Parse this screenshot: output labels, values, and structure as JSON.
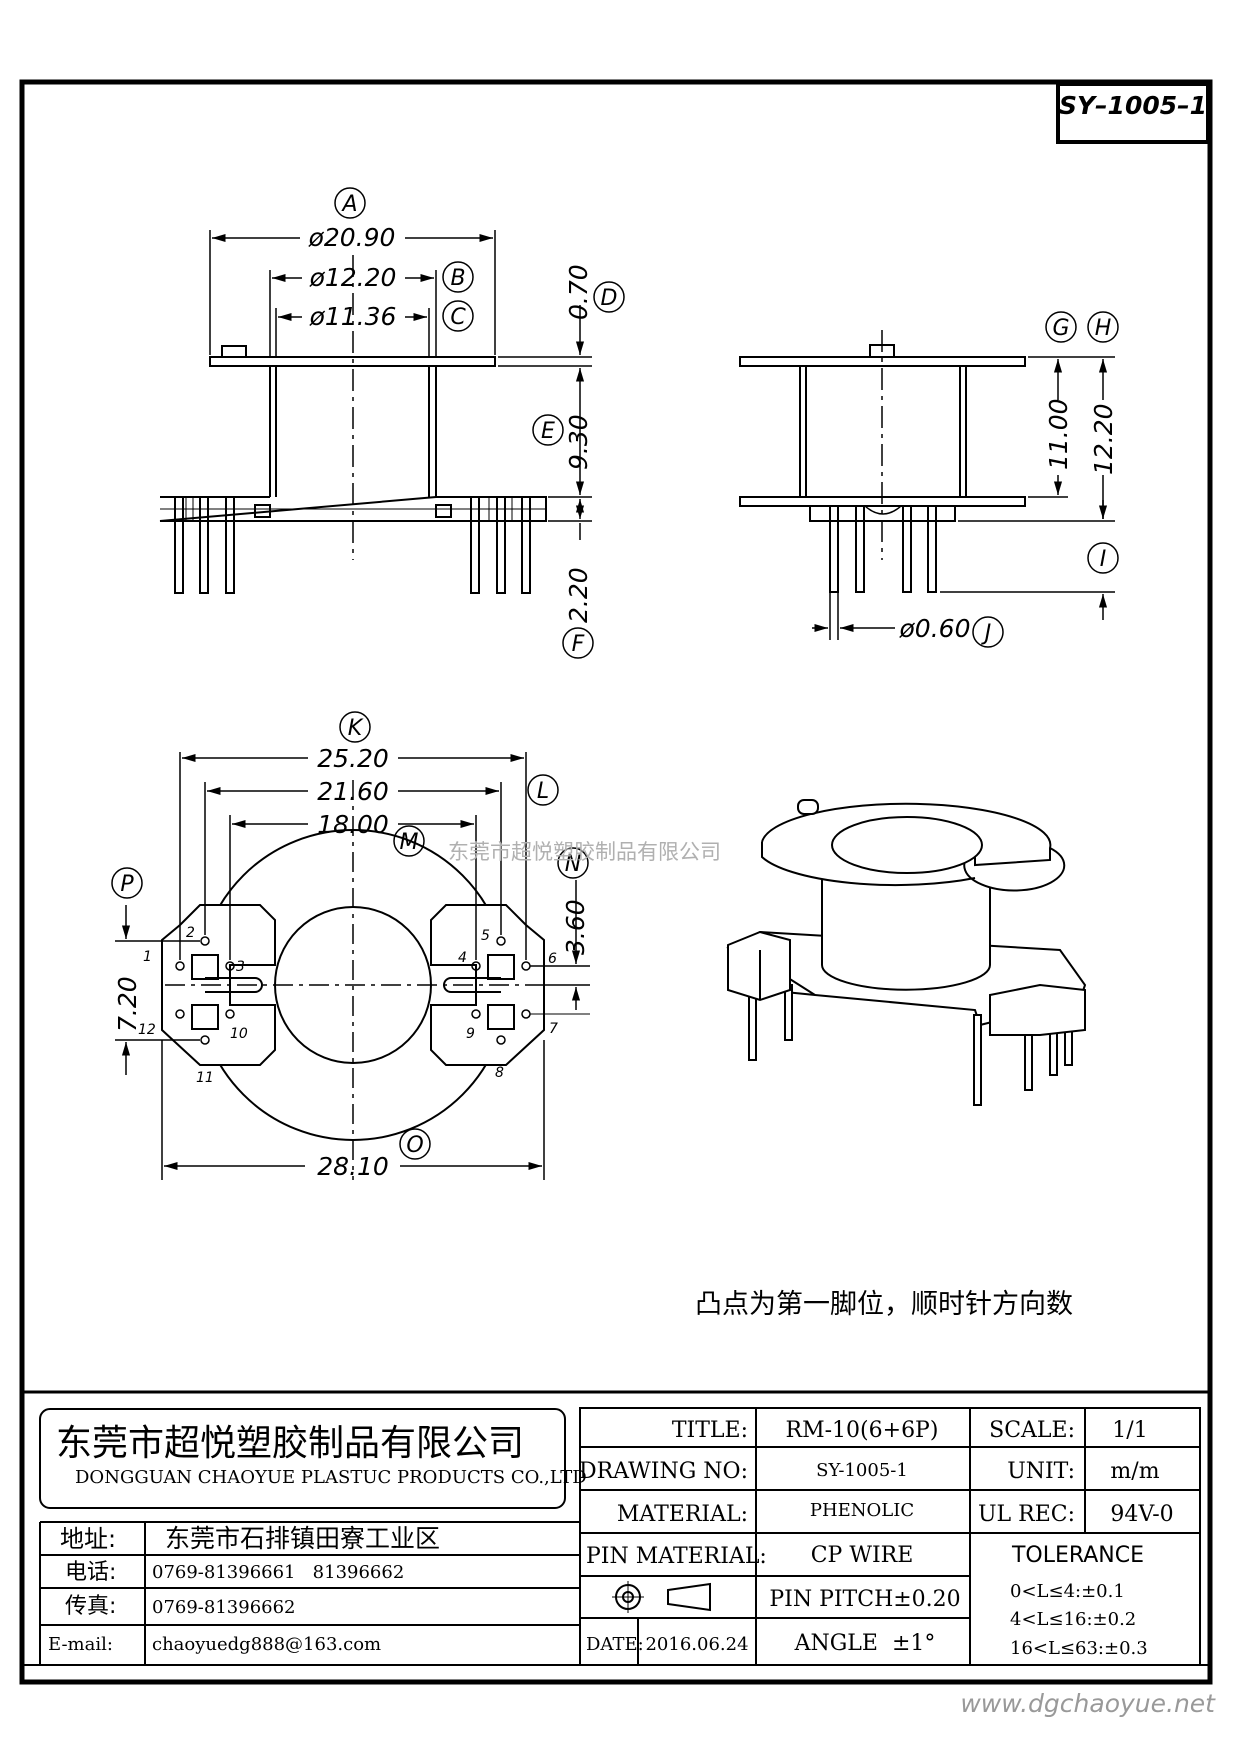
{
  "drawing_number_box": "SY–1005–1",
  "top_view": {
    "dims": {
      "A": {
        "label": "A",
        "value": "ø20.90"
      },
      "B": {
        "label": "B",
        "value": "ø12.20"
      },
      "C": {
        "label": "C",
        "value": "ø11.36"
      },
      "D": {
        "label": "D",
        "value": "0.70"
      },
      "E": {
        "label": "E",
        "value": "9.30"
      },
      "F": {
        "label": "F",
        "value": "2.20"
      }
    }
  },
  "side_view": {
    "dims": {
      "G": {
        "label": "G",
        "value": "11.00"
      },
      "H": {
        "label": "H",
        "value": "12.20"
      },
      "I": {
        "label": "I"
      },
      "J": {
        "label": "J",
        "value": "ø0.60"
      }
    }
  },
  "bottom_view": {
    "dims": {
      "K": {
        "label": "K",
        "value": "25.20"
      },
      "L": {
        "label": "L",
        "value": "21.60"
      },
      "M": {
        "label": "M",
        "value": "18.00"
      },
      "N": {
        "label": "N",
        "value": "3.60"
      },
      "O": {
        "label": "O",
        "value": "28.10"
      },
      "P": {
        "label": "P",
        "value": "7.20"
      }
    },
    "pins": [
      "1",
      "2",
      "3",
      "4",
      "5",
      "6",
      "7",
      "8",
      "9",
      "10",
      "11",
      "12"
    ]
  },
  "watermark": "东莞市超悦塑胶制品有限公司",
  "note": "凸点为第一脚位，顺时针方向数",
  "title_block": {
    "company_cn": "东莞市超悦塑胶制品有限公司",
    "company_en": "DONGGUAN CHAOYUE PLASTUC PRODUCTS CO.,LTD",
    "address_label": "地址:",
    "address": "东莞市石排镇田寮工业区",
    "phone_label": "电话:",
    "phone": "0769-81396661   81396662",
    "fax_label": "传真:",
    "fax": "0769-81396662",
    "email_label": "E-mail:",
    "email": "chaoyuedg888@163.com",
    "title_label": "TITLE:",
    "title": "RM-10(6+6P)",
    "drawing_no_label": "DRAWING NO:",
    "drawing_no": "SY-1005-1",
    "material_label": "MATERIAL:",
    "material": "PHENOLIC",
    "pin_material_label": "PIN MATERIAL:",
    "pin_material": "CP WIRE",
    "date_label": "DATE:",
    "date": "2016.06.24",
    "pin_pitch": "PIN PITCH±0.20",
    "angle": "ANGLE  ±1°",
    "scale_label": "SCALE:",
    "scale": "1/1",
    "unit_label": "UNIT:",
    "unit": "m/m",
    "ul_rec_label": "UL REC:",
    "ul_rec": "94V-0",
    "tolerance_label": "TOLERANCE",
    "tolerances": [
      "0<L≤4:±0.1",
      "4<L≤16:±0.2",
      "16<L≤63:±0.3"
    ]
  },
  "website": "www.dgchaoyue.net"
}
